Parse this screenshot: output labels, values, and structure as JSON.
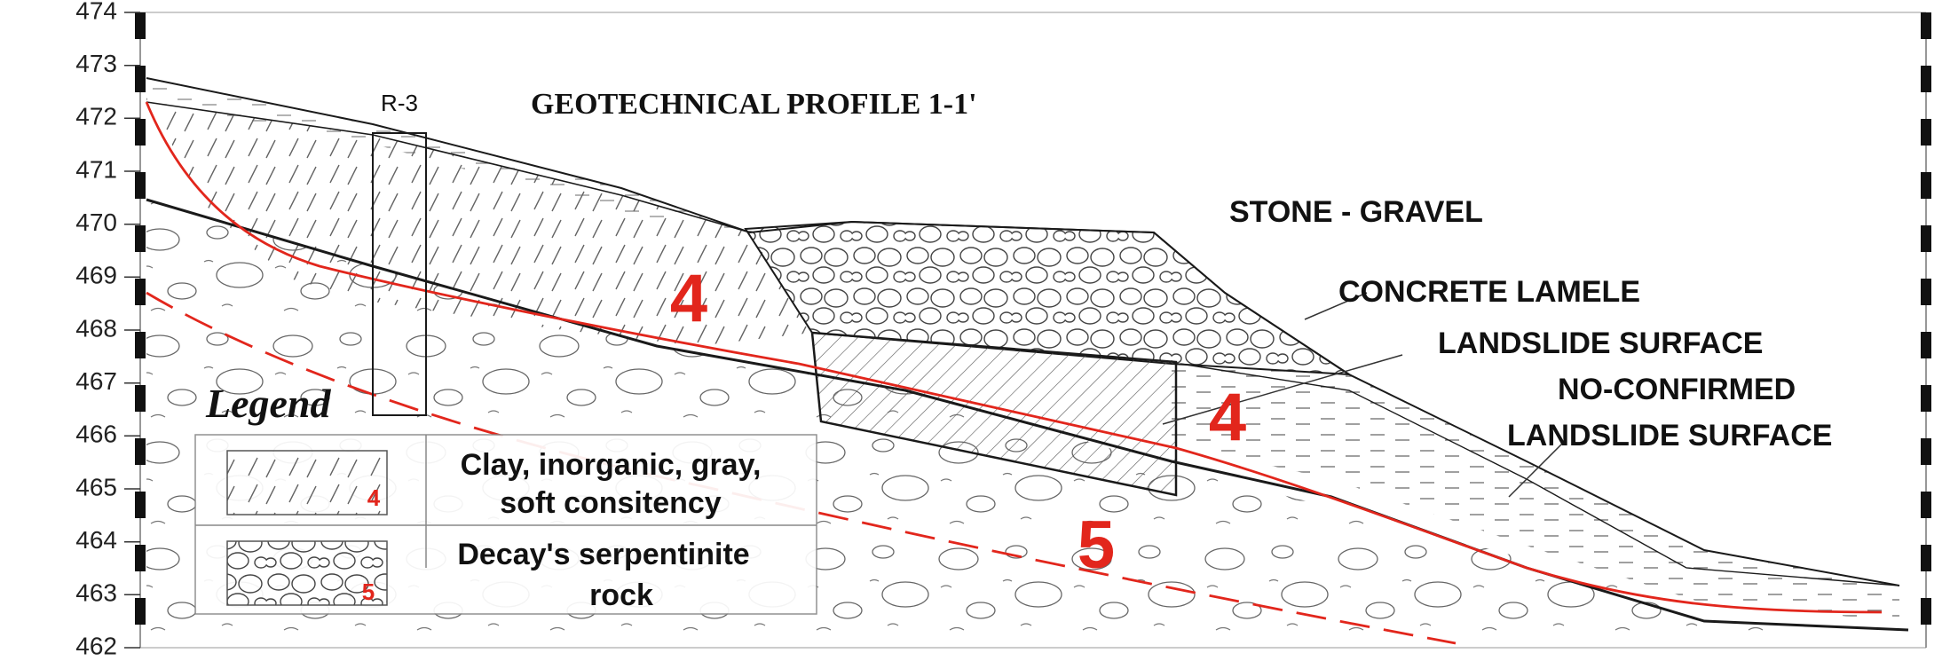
{
  "title": "GEOTECHNICAL PROFILE 1-1'",
  "y_axis": {
    "ticks": [
      "474",
      "473",
      "472",
      "471",
      "470",
      "469",
      "468",
      "467",
      "466",
      "465",
      "464",
      "463",
      "462"
    ],
    "min": 462,
    "max": 474
  },
  "borehole": {
    "label": "R-3"
  },
  "annotations": {
    "stone_gravel": "STONE - GRAVEL",
    "concrete_lamele": "CONCRETE LAMELE",
    "landslide_surface": "LANDSLIDE SURFACE",
    "no_confirmed_line1": "NO-CONFIRMED",
    "no_confirmed_line2": "LANDSLIDE SURFACE"
  },
  "layer_labels": {
    "clay_upper": "4",
    "clay_lower": "4",
    "rock": "5"
  },
  "legend": {
    "title": "Legend",
    "items": [
      {
        "code": "4",
        "line1": "Clay, inorganic, gray,",
        "line2": "soft consitency"
      },
      {
        "code": "5",
        "line1": "Decay's  serpentinite",
        "line2": "rock"
      }
    ]
  },
  "colors": {
    "landslide_line": "#e2261c",
    "outline": "#1a1a1a",
    "hatch": "#555555"
  }
}
